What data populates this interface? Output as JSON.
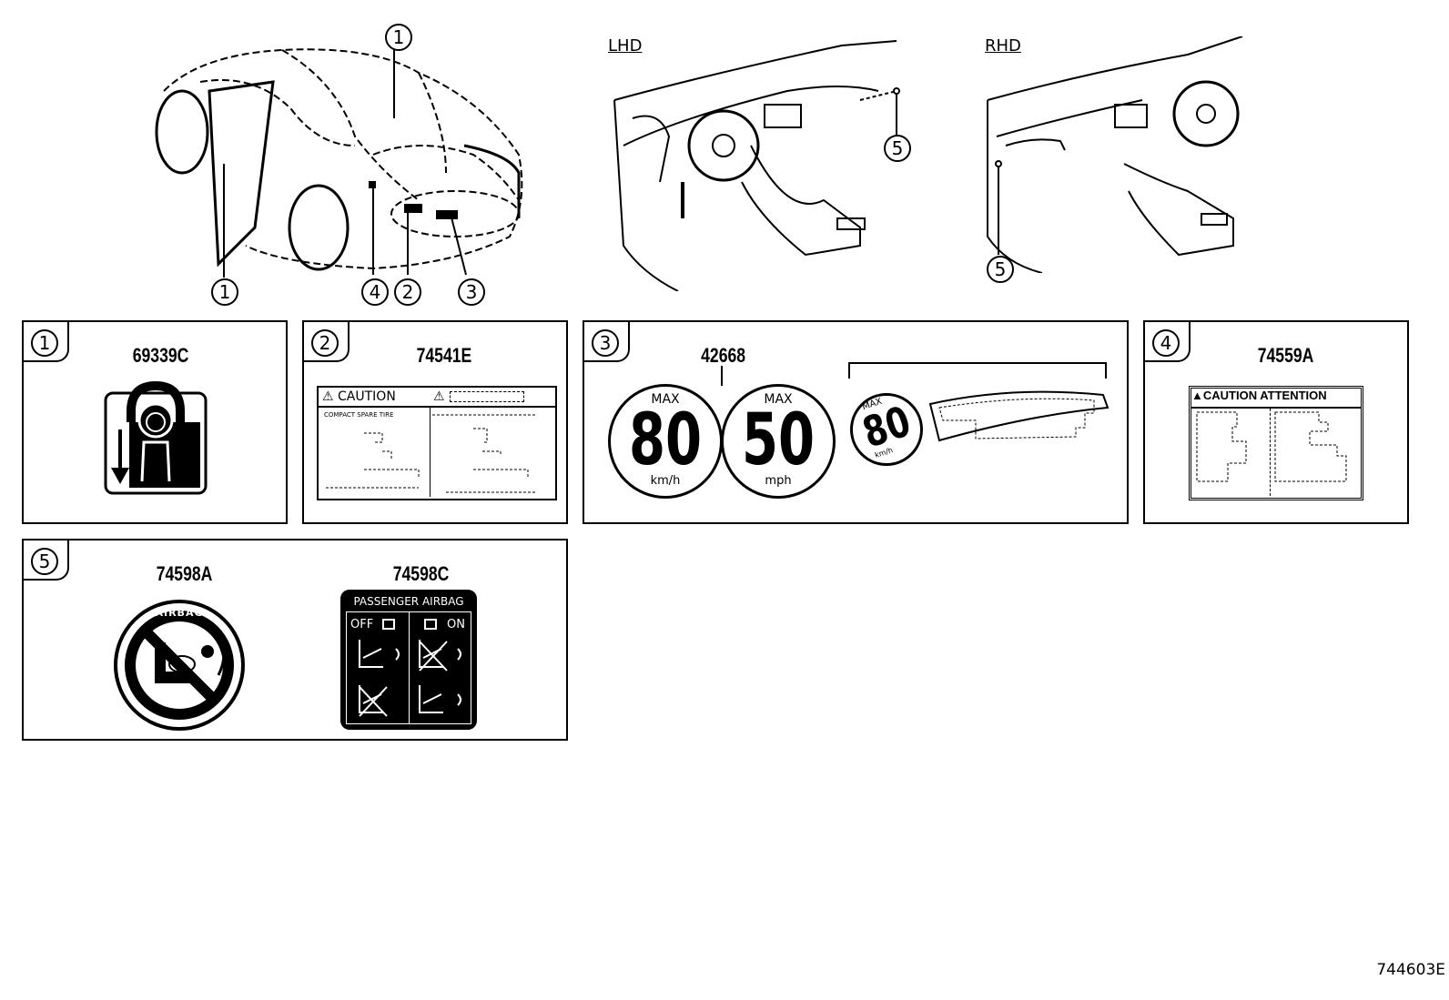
{
  "overview": {
    "lhd_label": "LHD",
    "rhd_label": "RHD",
    "callouts": [
      "1",
      "1",
      "4",
      "2",
      "3",
      "5",
      "5"
    ]
  },
  "panels": [
    {
      "index": "1",
      "part_number": "69339C"
    },
    {
      "index": "2",
      "part_number": "74541E",
      "label_header": "CAUTION",
      "label_subtext": "COMPACT SPARE TIRE"
    },
    {
      "index": "3",
      "part_number": "42668",
      "sign1": {
        "top": "MAX",
        "value": "80",
        "unit": "km/h"
      },
      "sign2": {
        "top": "MAX",
        "value": "50",
        "unit": "mph"
      },
      "sign3": {
        "top": "MAX",
        "value": "80",
        "unit": "km/h"
      }
    },
    {
      "index": "4",
      "part_number": "74559A",
      "label_header": "CAUTION ATTENTION"
    },
    {
      "index": "5",
      "part_number_a": "74598A",
      "part_number_b": "74598C",
      "airbag_text": "AIRBAG",
      "passenger_title": "PASSENGER AIRBAG",
      "off_label": "OFF",
      "on_label": "ON"
    }
  ],
  "figure_id": "744603E"
}
